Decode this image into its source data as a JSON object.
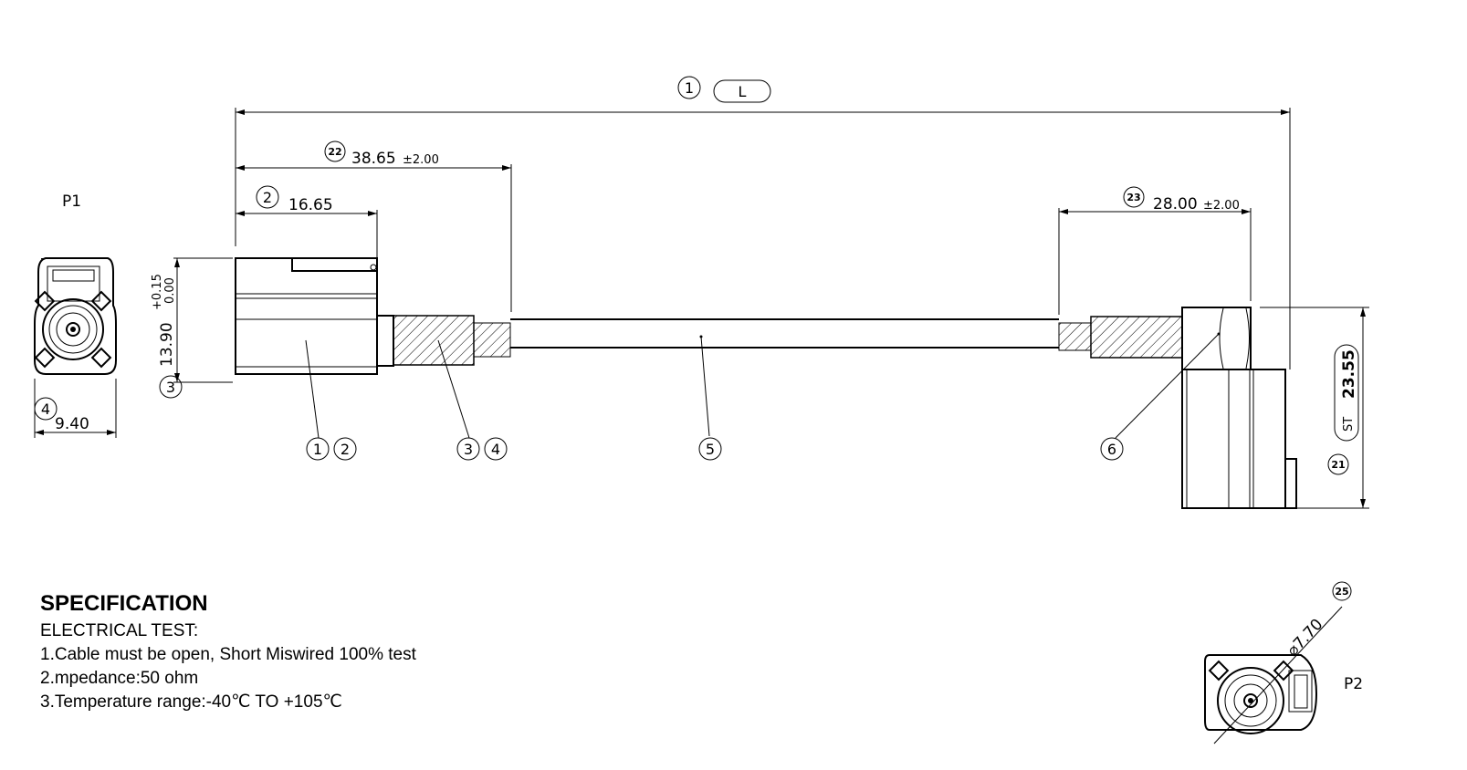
{
  "views": {
    "p1": "P1",
    "p2": "P2"
  },
  "balloons": {
    "overall_length": "1",
    "overall_length_value": "L",
    "dim_22": "22",
    "dim_22_value": "38.65",
    "dim_22_tol": "±2.00",
    "dim_2": "2",
    "dim_2_value": "16.65",
    "dim_23": "23",
    "dim_23_value": "28.00",
    "dim_23_tol": "±2.00",
    "dim_3": "3",
    "dim_3_value": "13.90",
    "dim_3_tol_upper": "+0.15",
    "dim_3_tol_lower": "0.00",
    "dim_4": "4",
    "dim_4_value": "9.40",
    "dim_21": "21",
    "dim_21_value": "23.55",
    "dim_21_tag": "ST",
    "dim_25": "25",
    "dim_25_value": "⌀7.70"
  },
  "callouts": [
    "1",
    "2",
    "3",
    "4",
    "5",
    "6"
  ],
  "specification": {
    "title": "SPECIFICATION",
    "lines": [
      "ELECTRICAL TEST:",
      "1.Cable must be open, Short Miswired 100% test",
      "2.mpedance:50 ohm",
      "3.Temperature range:-40℃ TO +105℃"
    ]
  }
}
